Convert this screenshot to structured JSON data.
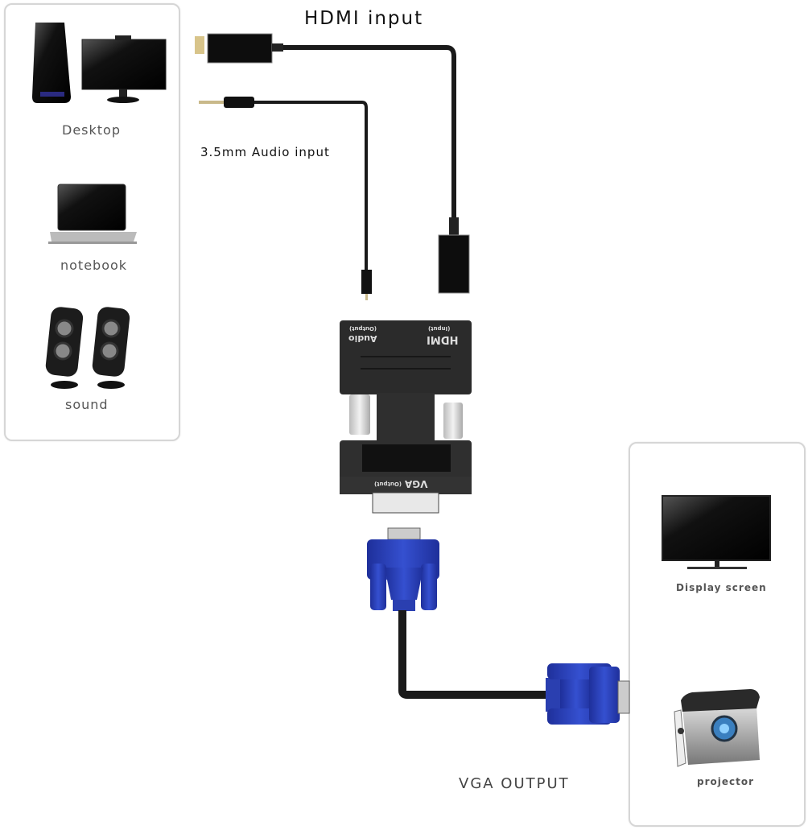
{
  "diagram": {
    "title_top": "HDMI input",
    "audio_input_label": "3.5mm Audio input",
    "vga_output_label": "VGA OUTPUT",
    "source_devices": [
      {
        "label": "Desktop",
        "icon": "desktop-computer-icon"
      },
      {
        "label": "notebook",
        "icon": "laptop-icon"
      },
      {
        "label": "sound",
        "icon": "speakers-icon"
      }
    ],
    "output_devices": [
      {
        "label": "Display screen",
        "icon": "tv-monitor-icon"
      },
      {
        "label": "projector",
        "icon": "projector-icon"
      }
    ],
    "adapter": {
      "port_hdmi": "HDMI",
      "port_hdmi_sub": "(Input)",
      "port_audio": "Audio",
      "port_audio_sub": "(Output)",
      "port_vga": "VGA",
      "port_vga_sub": "(Output)"
    },
    "colors": {
      "cable": "#1a1a1a",
      "vga_connector": "#2a3fb0",
      "panel_border": "#d6d6d6",
      "adapter_body": "#2b2b2b"
    }
  }
}
